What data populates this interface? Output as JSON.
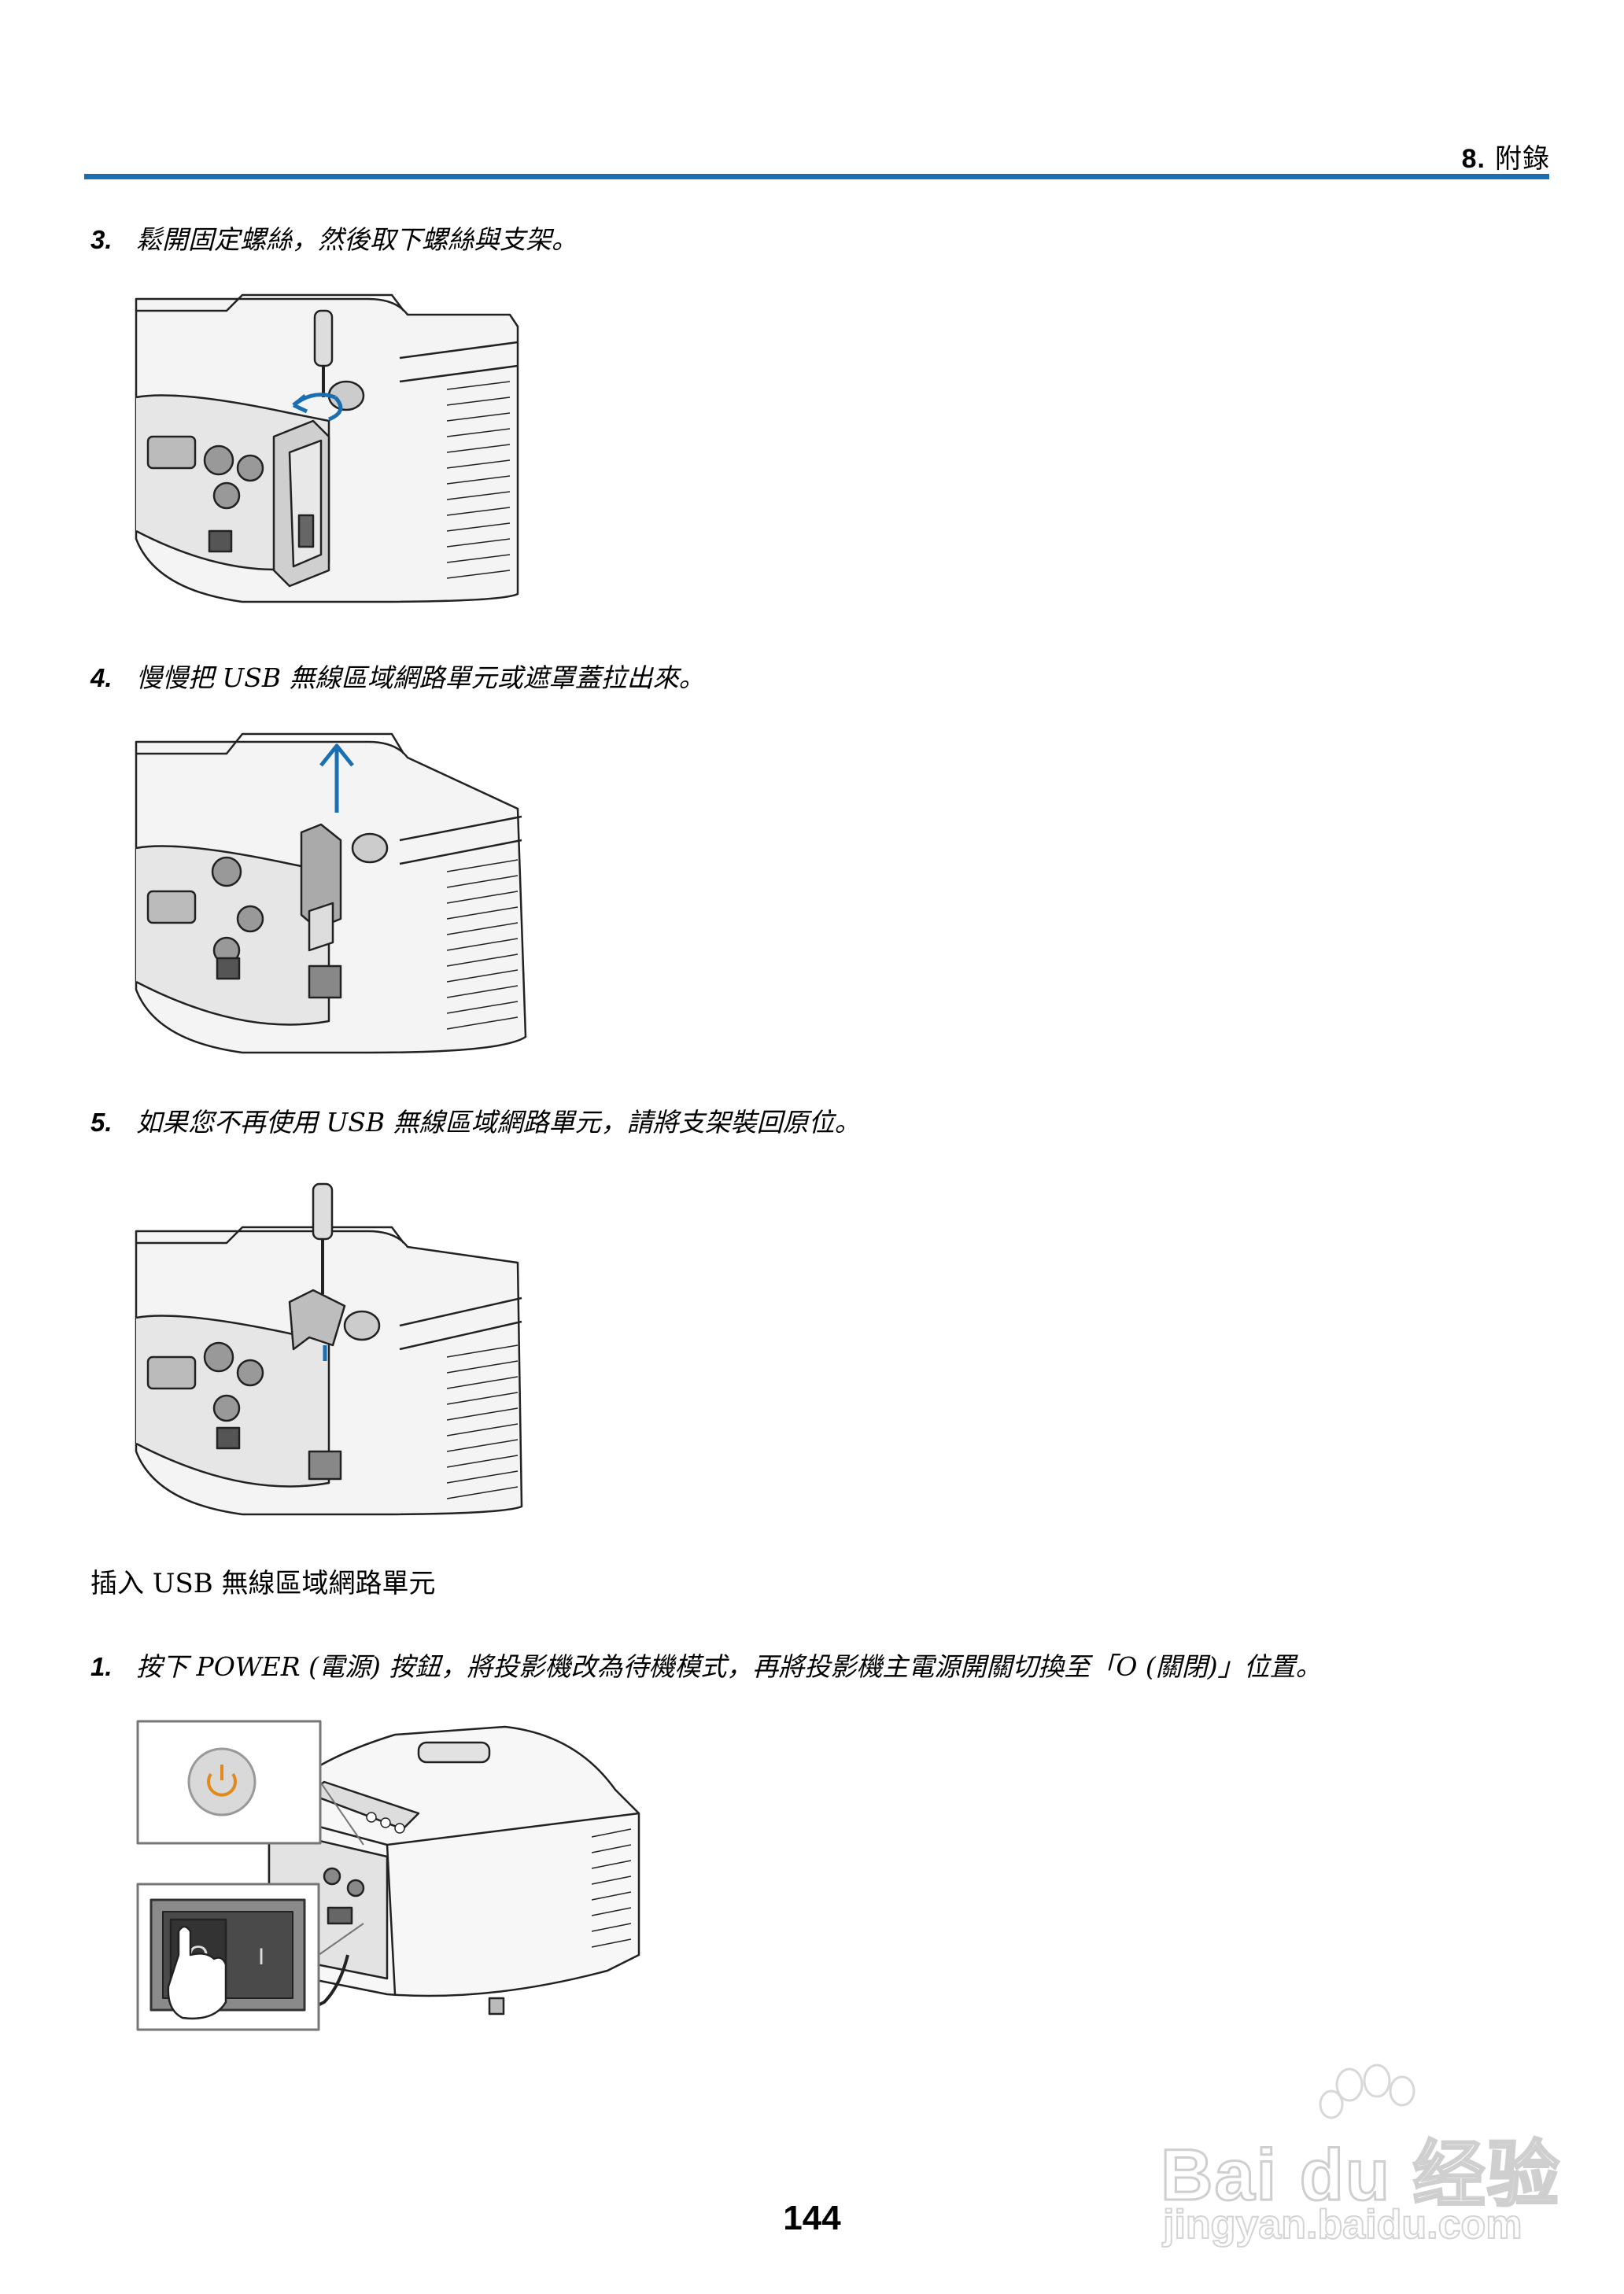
{
  "header": {
    "chapter_number": "8.",
    "chapter_title": "附錄"
  },
  "steps": [
    {
      "number": "3.",
      "text": "鬆開固定螺絲，然後取下螺絲與支架。"
    },
    {
      "number": "4.",
      "text": "慢慢把 USB 無線區域網路單元或遮罩蓋拉出來。"
    },
    {
      "number": "5.",
      "text": "如果您不再使用 USB 無線區域網路單元，請將支架裝回原位。"
    }
  ],
  "section": {
    "title": "插入 USB 無線區域網路單元",
    "steps": [
      {
        "number": "1.",
        "text": "按下 POWER (電源) 按鈕，將投影機改為待機模式，再將投影機主電源開關切換至「O (關閉)」位置。"
      }
    ]
  },
  "switch_labels": {
    "off": "O",
    "on": "I"
  },
  "page_number": "144",
  "watermark": {
    "main": "Bai du 经验",
    "sub": "jingyan.baidu.com"
  },
  "colors": {
    "rule": "#1a6fb3",
    "arrow": "#1a6fb3",
    "power_icon": "#e08a1e"
  }
}
